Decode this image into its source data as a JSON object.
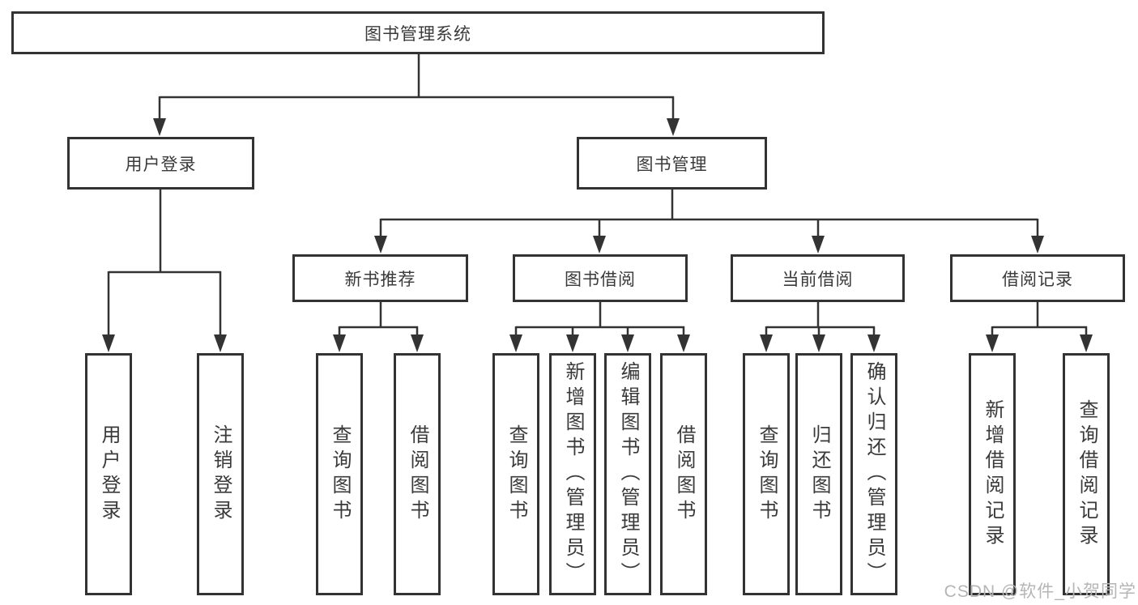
{
  "colors": {
    "line": "#333333",
    "text": "#3a3a3a",
    "watermark": "#b5b5b5",
    "background": "#ffffff"
  },
  "watermark": {
    "text": "CSDN @软件_小贺同学"
  },
  "tree": {
    "root": "图书管理系统",
    "user_module": {
      "label": "用户登录",
      "children": [
        "用户登录",
        "注销登录"
      ]
    },
    "book_module": {
      "label": "图书管理",
      "sections": [
        {
          "label": "新书推荐",
          "children": [
            "查询图书",
            "借阅图书"
          ]
        },
        {
          "label": "图书借阅",
          "children": [
            "查询图书",
            "新增图书（管理员）",
            "编辑图书（管理员）",
            "借阅图书"
          ]
        },
        {
          "label": "当前借阅",
          "children": [
            "查询图书",
            "归还图书",
            "确认归还（管理员）"
          ]
        },
        {
          "label": "借阅记录",
          "children": [
            "新增借阅记录",
            "查询借阅记录"
          ]
        }
      ]
    }
  }
}
